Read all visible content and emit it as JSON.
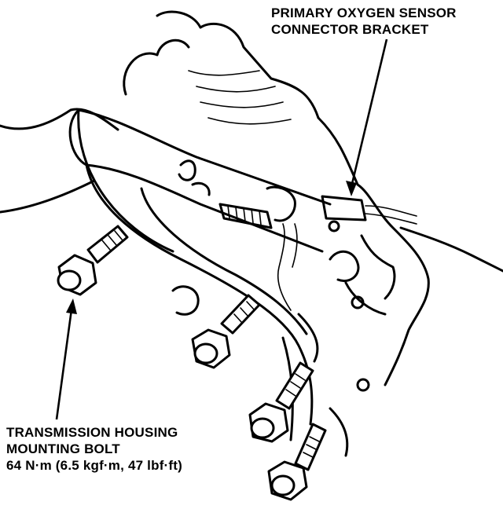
{
  "labels": {
    "sensor_bracket": {
      "line1": "PRIMARY OXYGEN SENSOR",
      "line2": "CONNECTOR BRACKET"
    },
    "transmission_bolt": {
      "line1": "TRANSMISSION HOUSING",
      "line2": "MOUNTING BOLT",
      "line3": "64 N·m (6.5 kgf·m, 47 lbf·ft)"
    }
  },
  "colors": {
    "ink": "#000000",
    "paper": "#ffffff"
  }
}
